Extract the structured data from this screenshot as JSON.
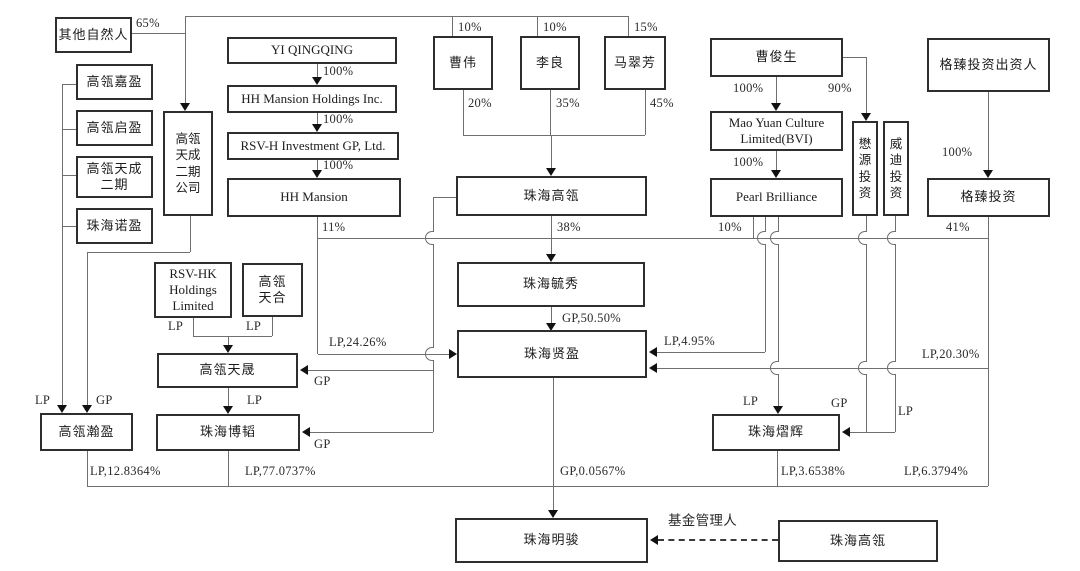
{
  "nodes": {
    "qtzrr": "其他自然人",
    "gl_jiaying": "高瓴嘉盈",
    "gl_qiying": "高瓴启盈",
    "gl_tiancheng2": "高瓴天成\n二期",
    "zh_nuoying": "珠海诺盈",
    "gl_tc2_company": "高瓴\n天成\n二期\n公司",
    "yi_qingqing": "YI QINGQING",
    "hh_mansion_holdings": "HH Mansion Holdings Inc.",
    "rsvh_gp": "RSV-H Investment GP, Ltd.",
    "hh_mansion": "HH Mansion",
    "cao_wei": "曹伟",
    "li_liang": "李良",
    "ma_cuifang": "马翠芳",
    "zh_gaoling_top": "珠海高瓴",
    "cao_junsheng": "曹俊生",
    "mao_yuan": "Mao Yuan Culture\nLimited(BVI)",
    "pearl_brilliance": "Pearl Brilliance",
    "maoyuan_touzi": "懋\n源\n投\n资",
    "weidi_touzi": "威\n迪\n投\n资",
    "gezhen_investors": "格臻投资出资人",
    "gezhen": "格臻投资",
    "zh_yuxiu": "珠海毓秀",
    "zh_xianying": "珠海贤盈",
    "rsvhk": "RSV-HK\nHoldings\nLimited",
    "gl_tianhe": "高瓴\n天合",
    "gl_tiansheng": "高瓴天晟",
    "zh_botao": "珠海博韬",
    "gl_hanying": "高瓴瀚盈",
    "zh_yihui": "珠海熠辉",
    "zh_mingjun": "珠海明骏",
    "zh_gaoling_bottom": "珠海高瓴"
  },
  "edge_labels": {
    "pct_65": "65%",
    "pct_cw_top": "10%",
    "pct_ll_top": "10%",
    "pct_mcf_top": "15%",
    "yi_chain": [
      "100%",
      "100%",
      "100%"
    ],
    "pct_cw_bot": "20%",
    "pct_ll_bot": "35%",
    "pct_mcf_bot": "45%",
    "pct_cjs_maoyuan": "100%",
    "pct_cjs_mytz": "90%",
    "pct_my_pearl": "100%",
    "pct_gz_100": "100%",
    "pct_11": "11%",
    "pct_38": "38%",
    "pct_10": "10%",
    "pct_41": "41%",
    "gp_5050": "GP,50.50%",
    "lp_2426": "LP,24.26%",
    "lp_495": "LP,4.95%",
    "lp_2030": "LP,20.30%",
    "lp_rsvhk": "LP",
    "lp_tianhe": "LP",
    "gp_tiansheng": "GP",
    "lp_ts_bt": "LP",
    "gp_botao": "GP",
    "lp_hanying": "LP",
    "gp_hanying": "GP",
    "lp_yihui_top": "LP",
    "gp_yihui": "GP",
    "lp_yihui_right": "LP",
    "lp_128364": "LP,12.8364%",
    "lp_770737": "LP,77.0737%",
    "gp_00567": "GP,0.0567%",
    "lp_36538": "LP,3.6538%",
    "lp_63794": "LP,6.3794%",
    "fund_manager": "基金管理人"
  },
  "colors": {
    "background": "#ffffff",
    "box_border": "#2e2e2e",
    "line": "#6f6f6f",
    "text": "#1c1c1c"
  }
}
